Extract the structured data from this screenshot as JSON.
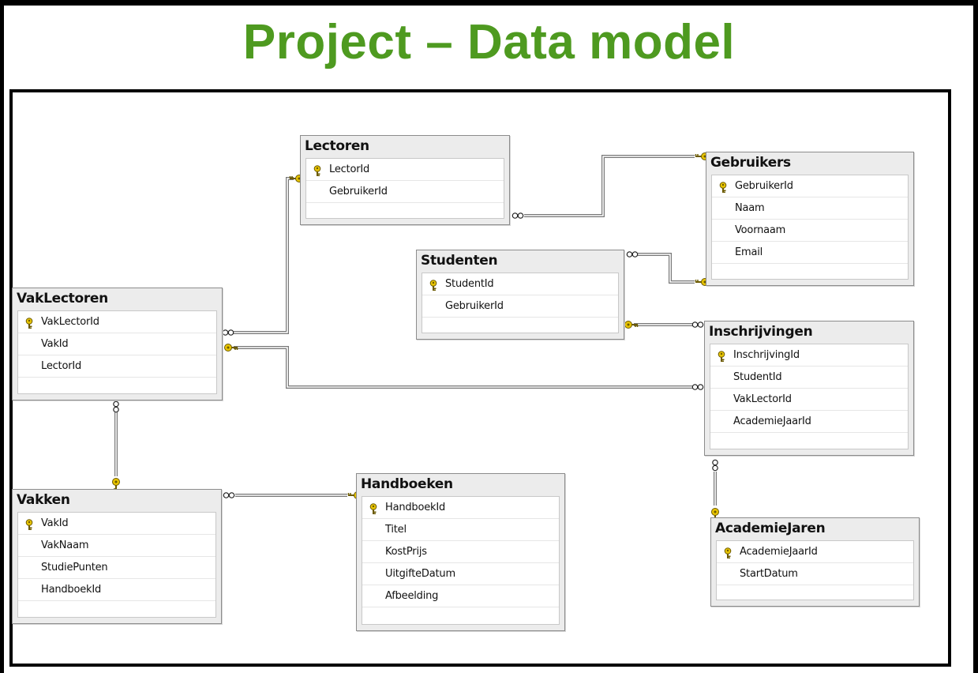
{
  "title": "Project – Data model",
  "colors": {
    "title": "#4e9a20",
    "key": "#e8c400",
    "line": "#7a7a7a"
  },
  "tables": {
    "lectoren": {
      "name": "Lectoren",
      "columns": [
        "LectorId",
        "GebruikerId"
      ]
    },
    "gebruikers": {
      "name": "Gebruikers",
      "columns": [
        "GebruikerId",
        "Naam",
        "Voornaam",
        "Email"
      ]
    },
    "studenten": {
      "name": "Studenten",
      "columns": [
        "StudentId",
        "GebruikerId"
      ]
    },
    "vaklectoren": {
      "name": "VakLectoren",
      "columns": [
        "VakLectorId",
        "VakId",
        "LectorId"
      ]
    },
    "inschrijvingen": {
      "name": "Inschrijvingen",
      "columns": [
        "InschrijvingId",
        "StudentId",
        "VakLectorId",
        "AcademieJaarId"
      ]
    },
    "vakken": {
      "name": "Vakken",
      "columns": [
        "VakId",
        "VakNaam",
        "StudiePunten",
        "HandboekId"
      ]
    },
    "handboeken": {
      "name": "Handboeken",
      "columns": [
        "HandboekId",
        "Titel",
        "KostPrijs",
        "UitgifteDatum",
        "Afbeelding"
      ]
    },
    "academiejaren": {
      "name": "AcademieJaren",
      "columns": [
        "AcademieJaarId",
        "StartDatum"
      ]
    }
  }
}
